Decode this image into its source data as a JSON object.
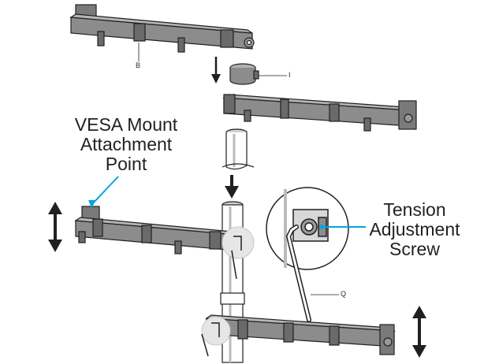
{
  "callouts": {
    "vesa": [
      "VESA Mount",
      "Attachment",
      "Point"
    ],
    "tension": [
      "Tension",
      "Adjustment",
      "Screw"
    ]
  },
  "part_labels": {
    "b": "B",
    "i": "I",
    "q": "Q"
  },
  "colors": {
    "metal": "#8c8c8c",
    "metal_dark": "#4a4a4a",
    "outline": "#231f20",
    "leader": "#00a6e0",
    "highlight": "#e6e6e6"
  },
  "icons": [
    "down-arrow-icon",
    "up-down-arrow-icon",
    "hex-key-icon"
  ]
}
